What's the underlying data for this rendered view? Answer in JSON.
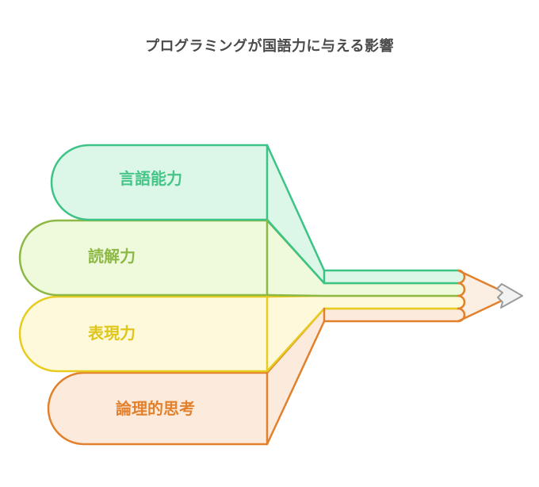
{
  "title": "プログラミングが国語力に与える影響",
  "diagram": {
    "type": "converging-ribbons-pencil",
    "items": [
      {
        "label": "言語能力",
        "stroke_color": "#3cc386",
        "fill_color": "#dcf6e8",
        "text_color": "#45c587"
      },
      {
        "label": "読解力",
        "stroke_color": "#8db845",
        "fill_color": "#eefadb",
        "text_color": "#8db845"
      },
      {
        "label": "表現力",
        "stroke_color": "#e7cb1e",
        "fill_color": "#fdf9da",
        "text_color": "#e0c61b"
      },
      {
        "label": "論理的思考",
        "stroke_color": "#e2812d",
        "fill_color": "#fcebdc",
        "text_color": "#e2812d"
      }
    ],
    "pencil": {
      "wood_fill": "#fbeee2",
      "wood_stroke": "#e2812d",
      "lead_fill": "#f2f2f2",
      "lead_stroke": "#9b9b9b"
    },
    "title_color": "#4a4a4a",
    "background": "#ffffff"
  }
}
